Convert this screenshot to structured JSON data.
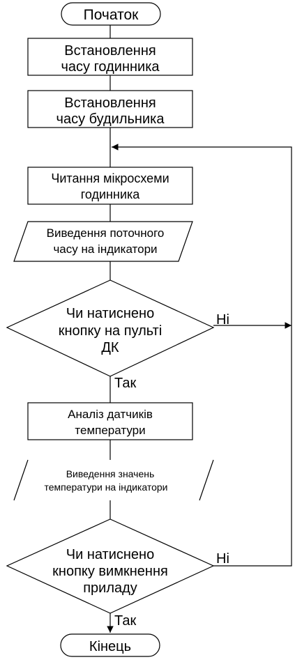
{
  "flowchart": {
    "start": "Початок",
    "set_clock_time": [
      "Встановлення",
      "часу годинника"
    ],
    "set_alarm_time": [
      "Встановлення",
      "часу будильника"
    ],
    "read_clock_chip": [
      "Читання мікросхеми",
      "годинника"
    ],
    "output_current_time": [
      "Виведення поточного",
      "часу на індикатори"
    ],
    "remote_button_check": [
      "Чи натиснено",
      "кнопку на пульті",
      "ДК"
    ],
    "analyze_temp_sensors": [
      "Аналіз датчиків",
      "температури"
    ],
    "output_temperature": [
      "Виведення значень",
      "температури на індикатори"
    ],
    "power_off_check": [
      "Чи натиснено",
      "кнопку вимкнення",
      "приладу"
    ],
    "end": "Кінець",
    "label_yes": "Так",
    "label_no": "Ні"
  }
}
